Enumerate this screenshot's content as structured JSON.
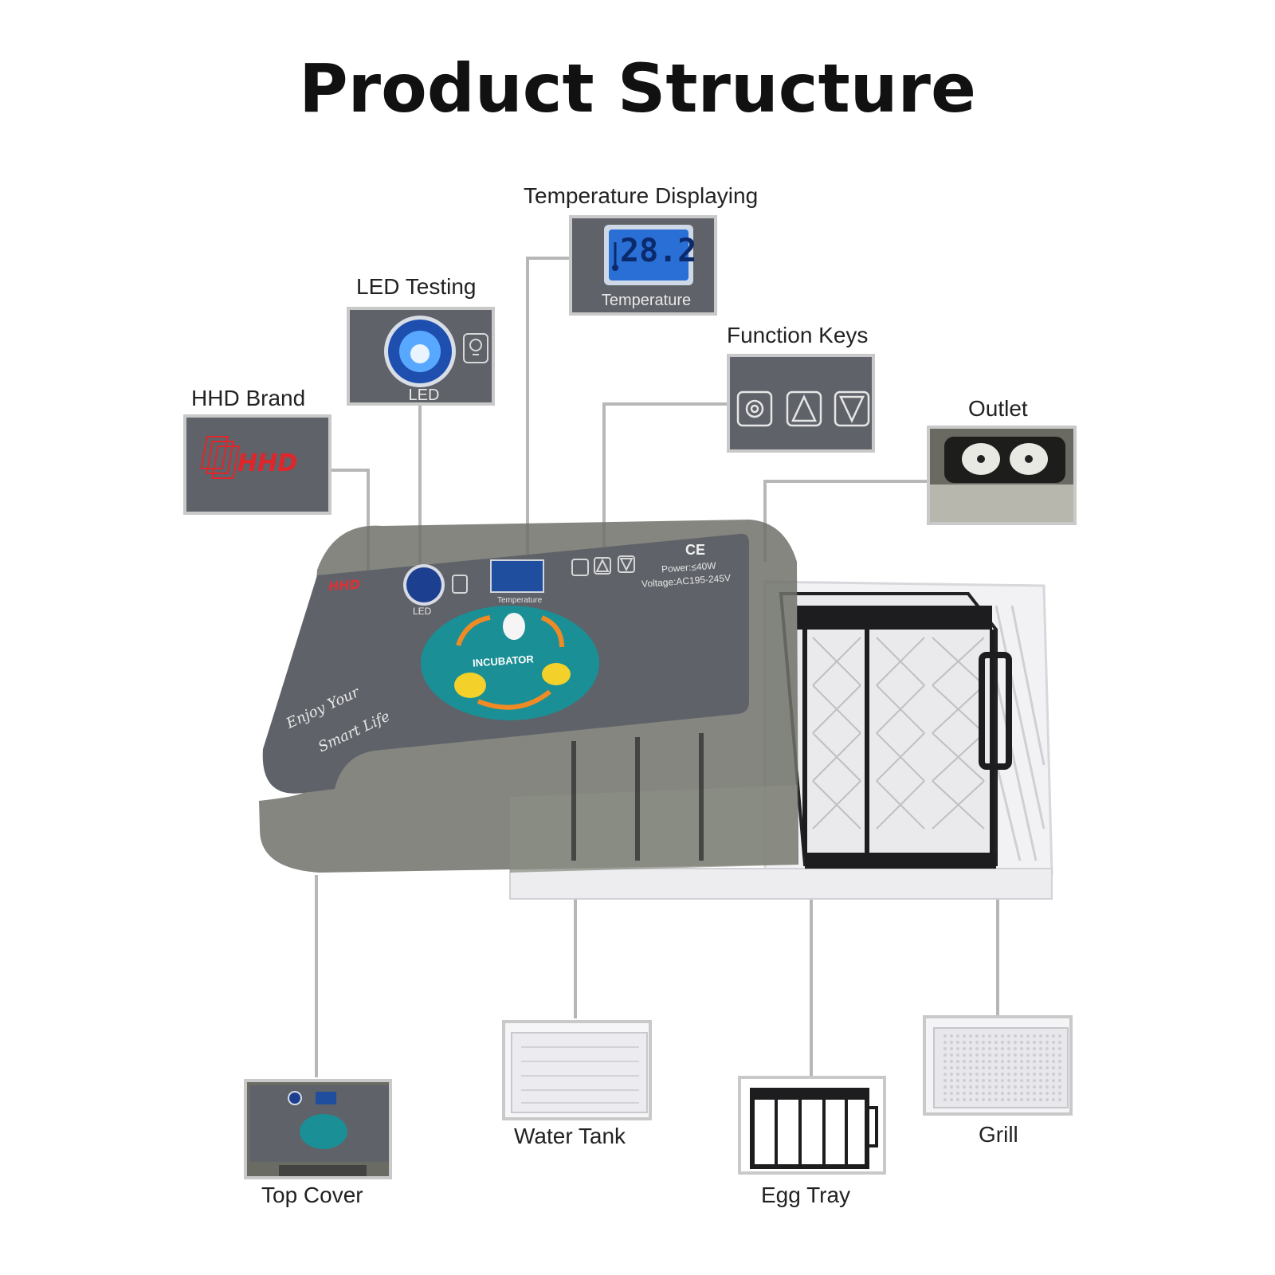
{
  "title": "Product Structure",
  "callouts": {
    "temperature_displaying": "Temperature Displaying",
    "led_testing": "LED Testing",
    "hhd_brand": "HHD Brand",
    "function_keys": "Function Keys",
    "outlet": "Outlet",
    "top_cover": "Top Cover",
    "water_tank": "Water Tank",
    "egg_tray": "Egg Tray",
    "grill": "Grill"
  },
  "display": {
    "reading": "28.2",
    "caption": "Temperature"
  },
  "led": {
    "caption": "LED"
  },
  "brand": {
    "logo": "HHD"
  },
  "panel": {
    "led_caption": "LED",
    "temp_caption": "Temperature",
    "power": "Power:≤40W",
    "voltage": "Voltage:AC195-245V",
    "ce_mark": "CE",
    "badge": "INCUBATOR",
    "slogan_line1": "Enjoy Your",
    "slogan_line2": "Smart Life"
  },
  "colors": {
    "panel": "#5f6268",
    "lcd": "#2a6fd6",
    "brand_red": "#e0262a",
    "badge_teal": "#1a8f95",
    "lines": "#b7b7b7"
  },
  "icons": [
    "gear-icon",
    "up-arrow-icon",
    "down-arrow-icon",
    "bulb-icon",
    "power-outlet-icon",
    "thermometer-icon"
  ]
}
